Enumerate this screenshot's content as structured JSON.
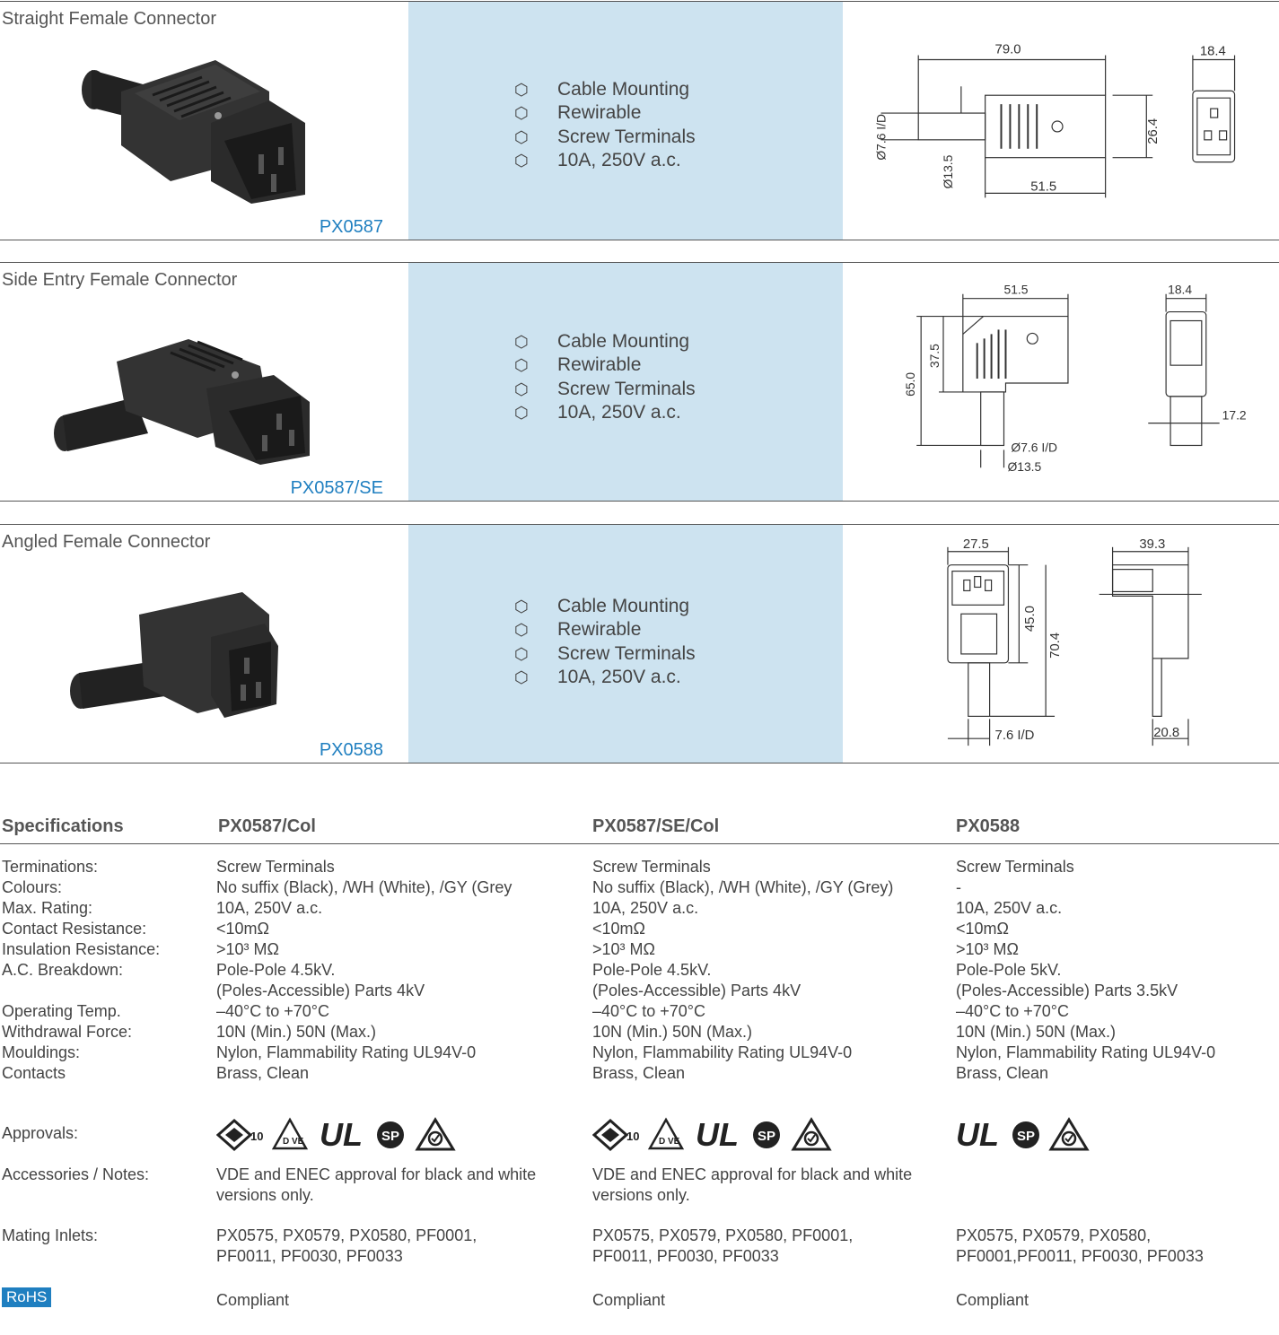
{
  "products": [
    {
      "title": "Straight Female Connector",
      "code": "PX0587",
      "features": [
        "Cable Mounting",
        "Rewirable",
        "Screw Terminals",
        "10A, 250V a.c."
      ],
      "dims": [
        "79.0",
        "18.4",
        "Ø7.6 I/D",
        "26.4",
        "Ø13.5",
        "51.5"
      ]
    },
    {
      "title": "Side Entry Female Connector",
      "code": "PX0587/SE",
      "features": [
        "Cable Mounting",
        "Rewirable",
        "Screw Terminals",
        "10A, 250V a.c."
      ],
      "dims": [
        "51.5",
        "18.4",
        "37.5",
        "65.0",
        "17.2",
        "Ø7.6 I/D",
        "Ø13.5"
      ]
    },
    {
      "title": "Angled Female Connector",
      "code": "PX0588",
      "features": [
        "Cable Mounting",
        "Rewirable",
        "Screw Terminals",
        "10A, 250V a.c."
      ],
      "dims": [
        "27.5",
        "39.3",
        "45.0",
        "70.4",
        "7.6 I/D",
        "20.8"
      ]
    }
  ],
  "feature_bullet": "⬡",
  "specs": {
    "heading": "Specifications",
    "columns": [
      "PX0587/Col",
      "PX0587/SE/Col",
      "PX0588"
    ],
    "labels": [
      "Terminations:",
      "Colours:",
      "Max. Rating:",
      "Contact Resistance:",
      "Insulation Resistance:",
      "A.C. Breakdown:",
      "",
      "Operating Temp.",
      "Withdrawal Force:",
      "Mouldings:",
      "Contacts"
    ],
    "values": [
      [
        "Screw Terminals",
        "No suffix (Black), /WH (White), /GY (Grey",
        "10A, 250V a.c.",
        "<10mΩ",
        ">10³ MΩ",
        "Pole-Pole 4.5kV.",
        "(Poles-Accessible) Parts 4kV",
        "–40°C to +70°C",
        "10N (Min.) 50N (Max.)",
        "Nylon, Flammability Rating UL94V-0",
        "Brass, Clean"
      ],
      [
        "Screw Terminals",
        "No suffix (Black), /WH (White), /GY (Grey)",
        "10A, 250V a.c.",
        "<10mΩ",
        ">10³ MΩ",
        "Pole-Pole 4.5kV.",
        "(Poles-Accessible) Parts 4kV",
        "–40°C to +70°C",
        "10N (Min.) 50N (Max.)",
        "Nylon, Flammability Rating UL94V-0",
        "Brass, Clean"
      ],
      [
        "Screw Terminals",
        "-",
        "10A, 250V a.c.",
        "<10mΩ",
        ">10³ MΩ",
        "Pole-Pole 5kV.",
        "(Poles-Accessible) Parts 3.5kV",
        "–40°C to +70°C",
        "10N (Min.) 50N (Max.)",
        "Nylon, Flammability Rating UL94V-0",
        "Brass, Clean"
      ]
    ],
    "approvals_label": "Approvals:",
    "approvals": [
      [
        "enec-10",
        "vde",
        "ul",
        "csa",
        "nemko"
      ],
      [
        "enec-10",
        "vde",
        "ul",
        "csa",
        "nemko"
      ],
      [
        "ul",
        "csa",
        "nemko"
      ]
    ],
    "approval_marks": {
      "enec": "10",
      "vde": "D\nVE",
      "ul": "UL",
      "csa": "SP"
    },
    "notes_label": "Accessories / Notes:",
    "notes": [
      [
        "VDE and ENEC approval for black and white",
        "versions only."
      ],
      [
        "VDE and ENEC approval for black and white",
        "versions only."
      ],
      []
    ],
    "mating_label": "Mating Inlets:",
    "mating": [
      [
        "PX0575, PX0579, PX0580, PF0001,",
        "PF0011, PF0030, PF0033"
      ],
      [
        "PX0575, PX0579, PX0580, PF0001,",
        "PF0011, PF0030, PF0033"
      ],
      [
        "PX0575, PX0579, PX0580,",
        "PF0001,PF0011, PF0030, PF0033"
      ]
    ],
    "rohs_label": "RoHS",
    "rohs": [
      "Compliant",
      "Compliant",
      "Compliant"
    ]
  }
}
